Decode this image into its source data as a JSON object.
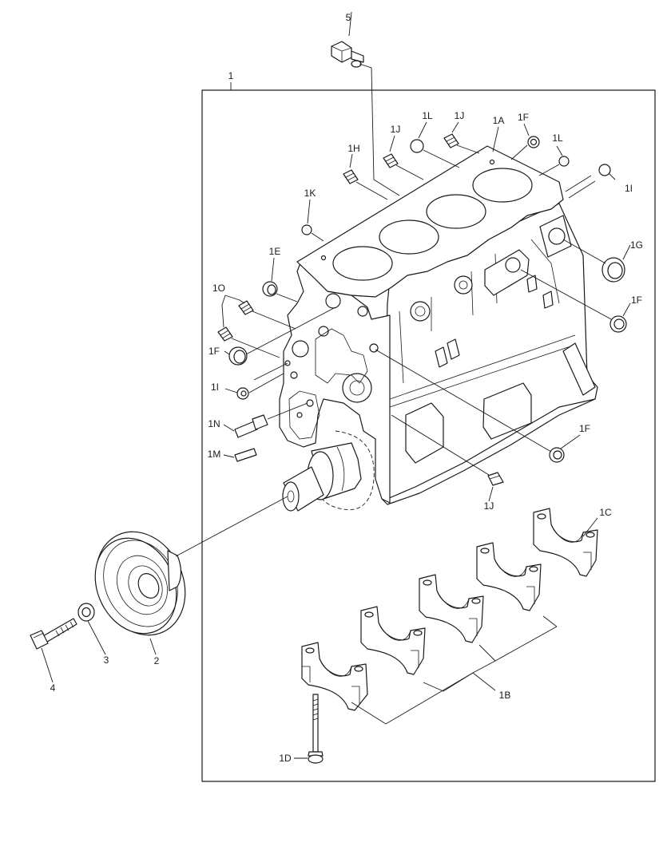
{
  "callouts": {
    "c1": "1",
    "c1A": "1A",
    "c1B": "1B",
    "c1C": "1C",
    "c1D": "1D",
    "c1E": "1E",
    "c1F_top": "1F",
    "c1F_left": "1F",
    "c1F_right": "1F",
    "c1F_bottom": "1F",
    "c1G": "1G",
    "c1H": "1H",
    "c1I_right": "1I",
    "c1I_left": "1I",
    "c1J_a": "1J",
    "c1J_b": "1J",
    "c1J_bottom": "1J",
    "c1K": "1K",
    "c1L_a": "1L",
    "c1L_b": "1L",
    "c1M": "1M",
    "c1N": "1N",
    "c1O": "1O",
    "c2": "2",
    "c3": "3",
    "c4": "4",
    "c5": "5"
  },
  "colors": {
    "line": "#1a1a1a",
    "background": "#ffffff"
  }
}
